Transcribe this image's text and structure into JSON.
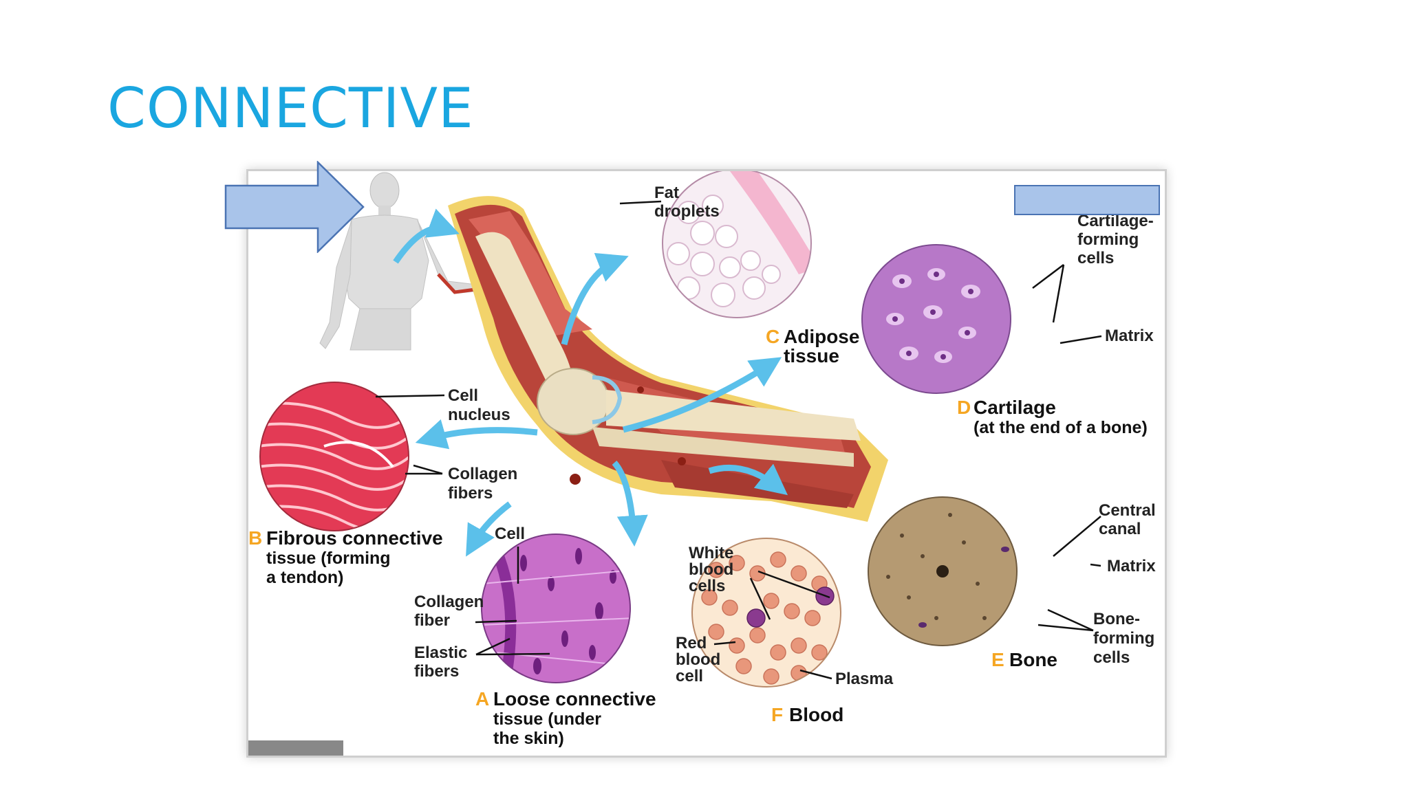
{
  "slide": {
    "title": "CONNECTIVE",
    "title_color": "#1aa6e0"
  },
  "figure": {
    "labels": {
      "fat_droplets_1": "Fat",
      "fat_droplets_2": "droplets",
      "adipose_letter": "C",
      "adipose_1": "Adipose",
      "adipose_2": "tissue",
      "cartilage_cells_1": "Cartilage-",
      "cartilage_cells_2": "forming",
      "cartilage_cells_3": "cells",
      "cartilage_matrix": "Matrix",
      "cartilage_letter": "D",
      "cartilage_1": "Cartilage",
      "cartilage_2": "(at the end of a bone)",
      "cell_nucleus_1": "Cell",
      "cell_nucleus_2": "nucleus",
      "collagen_fibers_1": "Collagen",
      "collagen_fibers_2": "fibers",
      "fibrous_letter": "B",
      "fibrous_1": "Fibrous connective",
      "fibrous_2": "tissue (forming",
      "fibrous_3": "a tendon)",
      "loose_cell": "Cell",
      "loose_collagen_1": "Collagen",
      "loose_collagen_2": "fiber",
      "loose_elastic_1": "Elastic",
      "loose_elastic_2": "fibers",
      "loose_letter": "A",
      "loose_1": "Loose connective",
      "loose_2": "tissue (under",
      "loose_3": "the skin)",
      "wbc_1": "White",
      "wbc_2": "blood",
      "wbc_3": "cells",
      "rbc_1": "Red",
      "rbc_2": "blood",
      "rbc_3": "cell",
      "plasma": "Plasma",
      "blood_letter": "F",
      "blood": "Blood",
      "central_canal_1": "Central",
      "central_canal_2": "canal",
      "bone_matrix": "Matrix",
      "bone_cells_1": "Bone-",
      "bone_cells_2": "forming",
      "bone_cells_3": "cells",
      "bone_letter": "E",
      "bone": "Bone"
    },
    "colors": {
      "letter": "#f5a623",
      "arrow": "#5bc0ea",
      "overlay_fill": "#a9c4ea",
      "overlay_stroke": "#4a73b3"
    }
  }
}
